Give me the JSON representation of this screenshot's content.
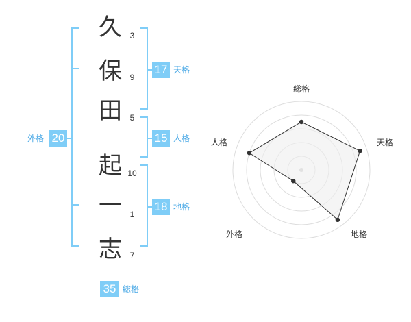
{
  "name_chars": [
    {
      "char": "久",
      "strokes": "3"
    },
    {
      "char": "保",
      "strokes": "9"
    },
    {
      "char": "田",
      "strokes": "5"
    },
    {
      "char": "起",
      "strokes": "10"
    },
    {
      "char": "一",
      "strokes": "1"
    },
    {
      "char": "志",
      "strokes": "7"
    }
  ],
  "fortunes": {
    "tenkaku": {
      "value": "17",
      "label": "天格"
    },
    "jinkaku": {
      "value": "15",
      "label": "人格"
    },
    "chikaku": {
      "value": "18",
      "label": "地格"
    },
    "gaikaku": {
      "value": "20",
      "label": "外格"
    },
    "soukaku": {
      "value": "35",
      "label": "総格"
    }
  },
  "radar": {
    "axes": [
      "総格",
      "天格",
      "地格",
      "外格",
      "人格"
    ],
    "levels": 5,
    "values": [
      3.5,
      4.5,
      4.5,
      1.0,
      4.0
    ]
  },
  "colors": {
    "accent": "#7fcdf7",
    "label": "#4aa9e6",
    "text": "#333333",
    "radar_line": "#333333",
    "radar_fill": "#eeeeee",
    "radar_grid": "#dddddd"
  }
}
